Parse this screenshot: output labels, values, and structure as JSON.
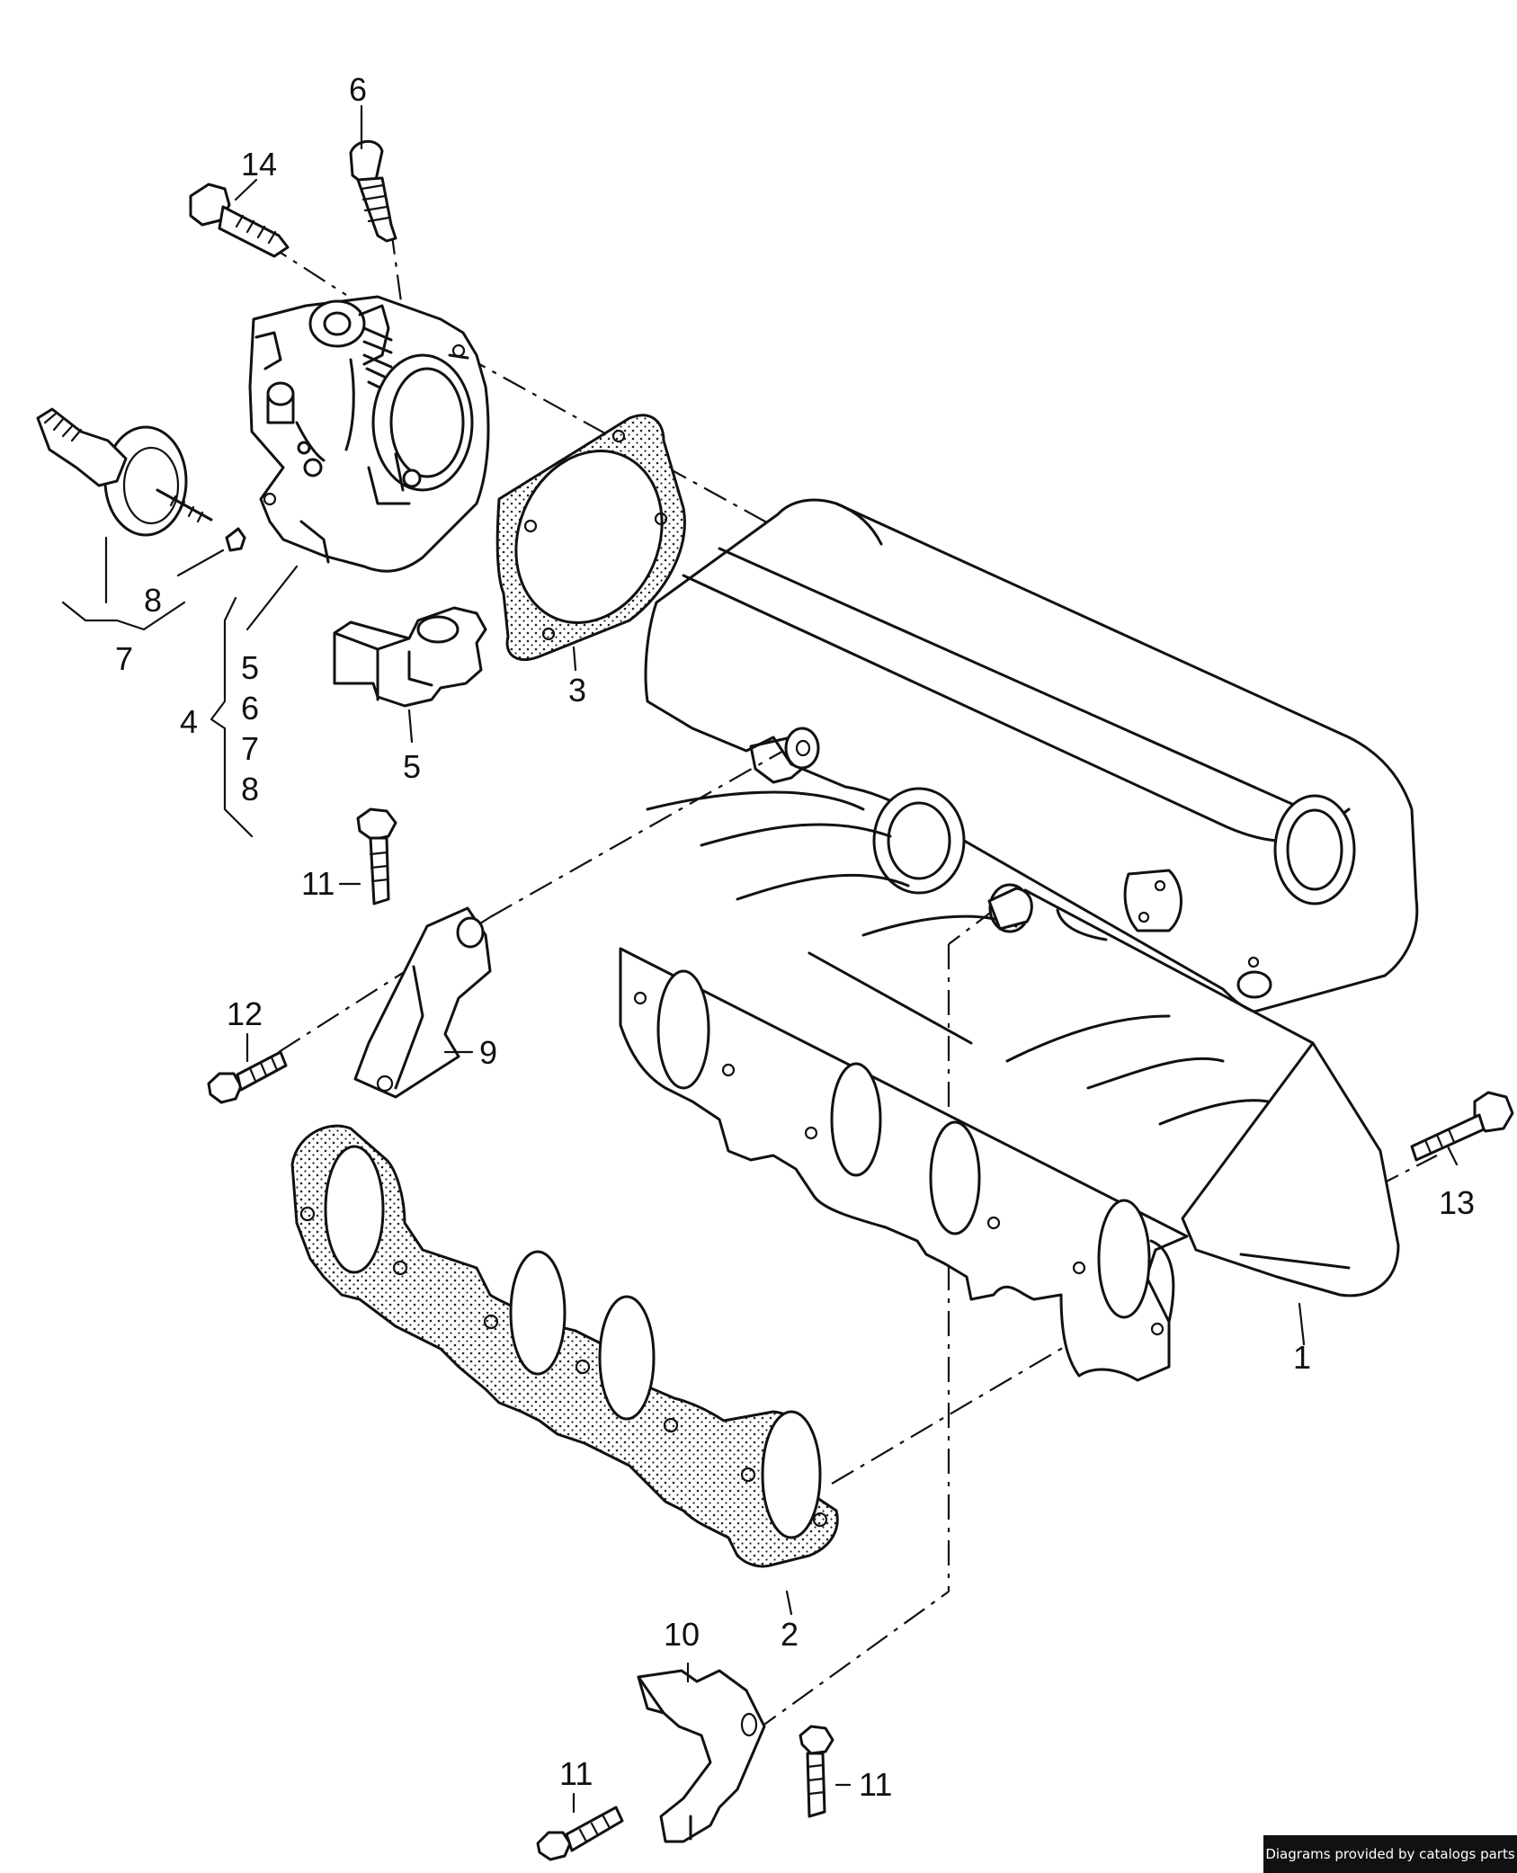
{
  "diagram": {
    "callouts": {
      "c1": "1",
      "c2": "2",
      "c3": "3",
      "c4": "4",
      "c5a": "5",
      "c5b": "5",
      "c6a": "6",
      "c6b": "6",
      "c7a": "7",
      "c7b": "7",
      "c8a": "8",
      "c8b": "8",
      "c9": "9",
      "c10": "10",
      "c11a": "11",
      "c11b": "11",
      "c11c": "11",
      "c12": "12",
      "c13": "13",
      "c14": "14"
    }
  },
  "footer": {
    "text": "Diagrams provided by catalogs parts"
  }
}
